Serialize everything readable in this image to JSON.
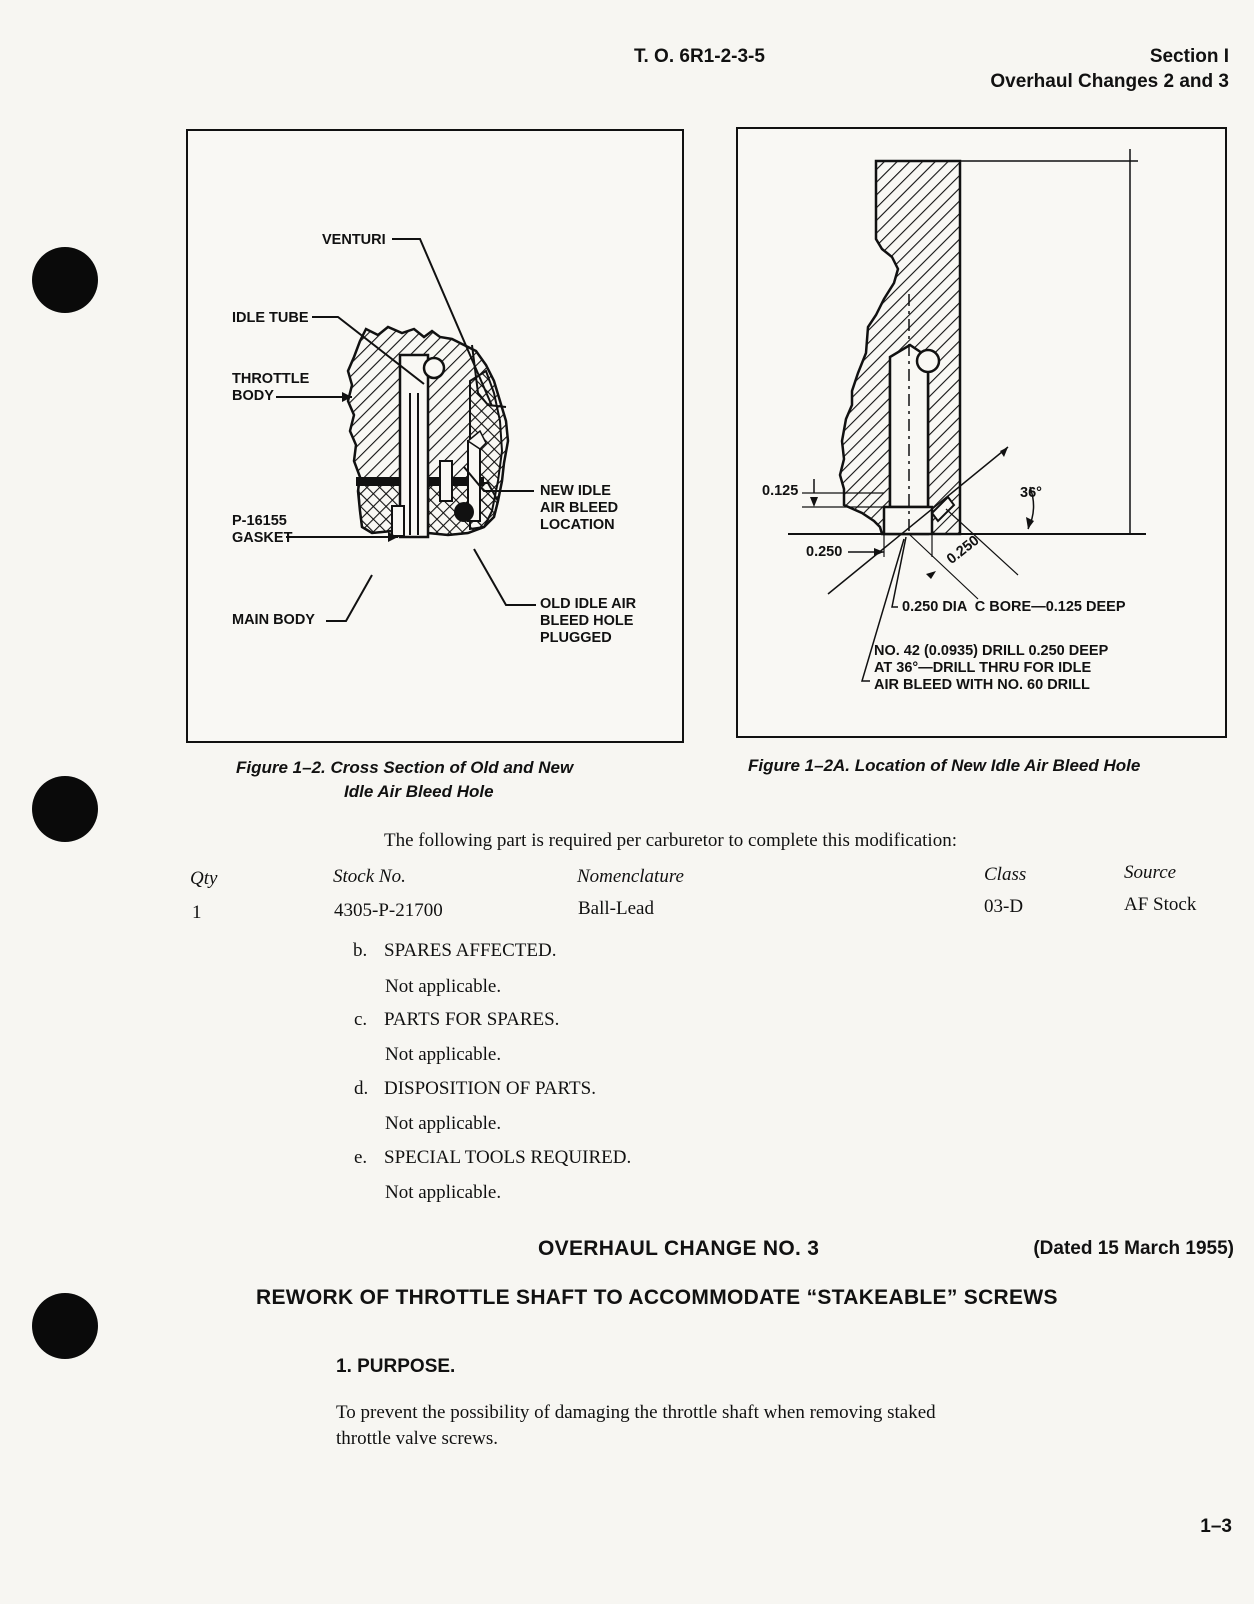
{
  "header": {
    "doc_number": "T. O. 6R1-2-3-5",
    "section": "Section I",
    "overhaul_changes": "Overhaul Changes 2 and 3"
  },
  "figure_1_2": {
    "labels": {
      "venturi": "VENTURI",
      "idle_tube": "IDLE TUBE",
      "throttle_body": "THROTTLE\nBODY",
      "new_idle": "NEW IDLE\nAIR BLEED\nLOCATION",
      "gasket": "P-16155\nGASKET",
      "main_body": "MAIN BODY",
      "old_idle": "OLD IDLE AIR\nBLEED HOLE\nPLUGGED"
    },
    "caption_line1": "Figure 1–2.  Cross Section of Old and New",
    "caption_line2": "Idle Air Bleed Hole"
  },
  "figure_1_2a": {
    "labels": {
      "dim_0125": "0.125",
      "dim_0250": "0.250",
      "dim_0250_angled": "0.250",
      "angle": "36°",
      "cbore": "0.250 DIA  C BORE—0.125 DEEP",
      "drill": "NO. 42 (0.0935) DRILL 0.250 DEEP\nAT 36°—DRILL THRU FOR IDLE\nAIR BLEED WITH NO. 60 DRILL"
    },
    "caption": "Figure 1–2A.  Location of New Idle Air Bleed Hole"
  },
  "body": {
    "intro": "The following part is required per carburetor to complete this modification:",
    "table": {
      "headers": [
        "Qty",
        "Stock No.",
        "Nomenclature",
        "Class",
        "Source"
      ],
      "rows": [
        [
          "1",
          "4305-P-21700",
          "Ball-Lead",
          "03-D",
          "AF Stock"
        ]
      ]
    },
    "items": [
      {
        "letter": "b.",
        "title": "SPARES AFFECTED.",
        "text": "Not applicable."
      },
      {
        "letter": "c.",
        "title": "PARTS FOR SPARES.",
        "text": "Not applicable."
      },
      {
        "letter": "d.",
        "title": "DISPOSITION OF PARTS.",
        "text": "Not applicable."
      },
      {
        "letter": "e.",
        "title": "SPECIAL TOOLS REQUIRED.",
        "text": "Not applicable."
      }
    ]
  },
  "change3": {
    "title": "OVERHAUL CHANGE NO. 3",
    "dated": "(Dated 15 March 1955)",
    "subtitle": "REWORK OF THROTTLE SHAFT TO ACCOMMODATE “STAKEABLE” SCREWS",
    "purpose_heading": "1.  PURPOSE.",
    "purpose_line1": "To prevent the possibility of damaging the throttle shaft when removing staked",
    "purpose_line2": "throttle valve screws."
  },
  "footer": {
    "page": "1–3"
  }
}
